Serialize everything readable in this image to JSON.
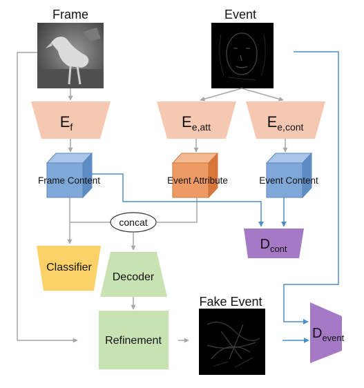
{
  "titles": {
    "frame": "Frame",
    "event": "Event",
    "fake_event": "Fake Event"
  },
  "encoders": {
    "frame": {
      "main": "E",
      "sub": "f"
    },
    "event_att": {
      "main": "E",
      "sub": "e,att"
    },
    "event_cont": {
      "main": "E",
      "sub": "e,cont"
    }
  },
  "cubes": {
    "frame_content": "Frame Content",
    "event_attribute": "Event Attribute",
    "event_content": "Event Content"
  },
  "nodes": {
    "concat": "concat",
    "classifier": "Classifier",
    "decoder": "Decoder",
    "refinement": "Refinement"
  },
  "discriminators": {
    "cont": {
      "main": "D",
      "sub": "cont"
    },
    "event": {
      "main": "D",
      "sub": "event"
    }
  },
  "colors": {
    "encoder_fill": "#f7c8b1",
    "cube_blue": "#7fa8d8",
    "cube_orange": "#ee9a64",
    "discriminator": "#a579c6",
    "classifier": "#fcd168",
    "decoder_refinement": "#c9e2b2",
    "arrow_gray": "#a6a6a6",
    "arrow_blue": "#4a8fc7",
    "image_dark": "#000000"
  }
}
